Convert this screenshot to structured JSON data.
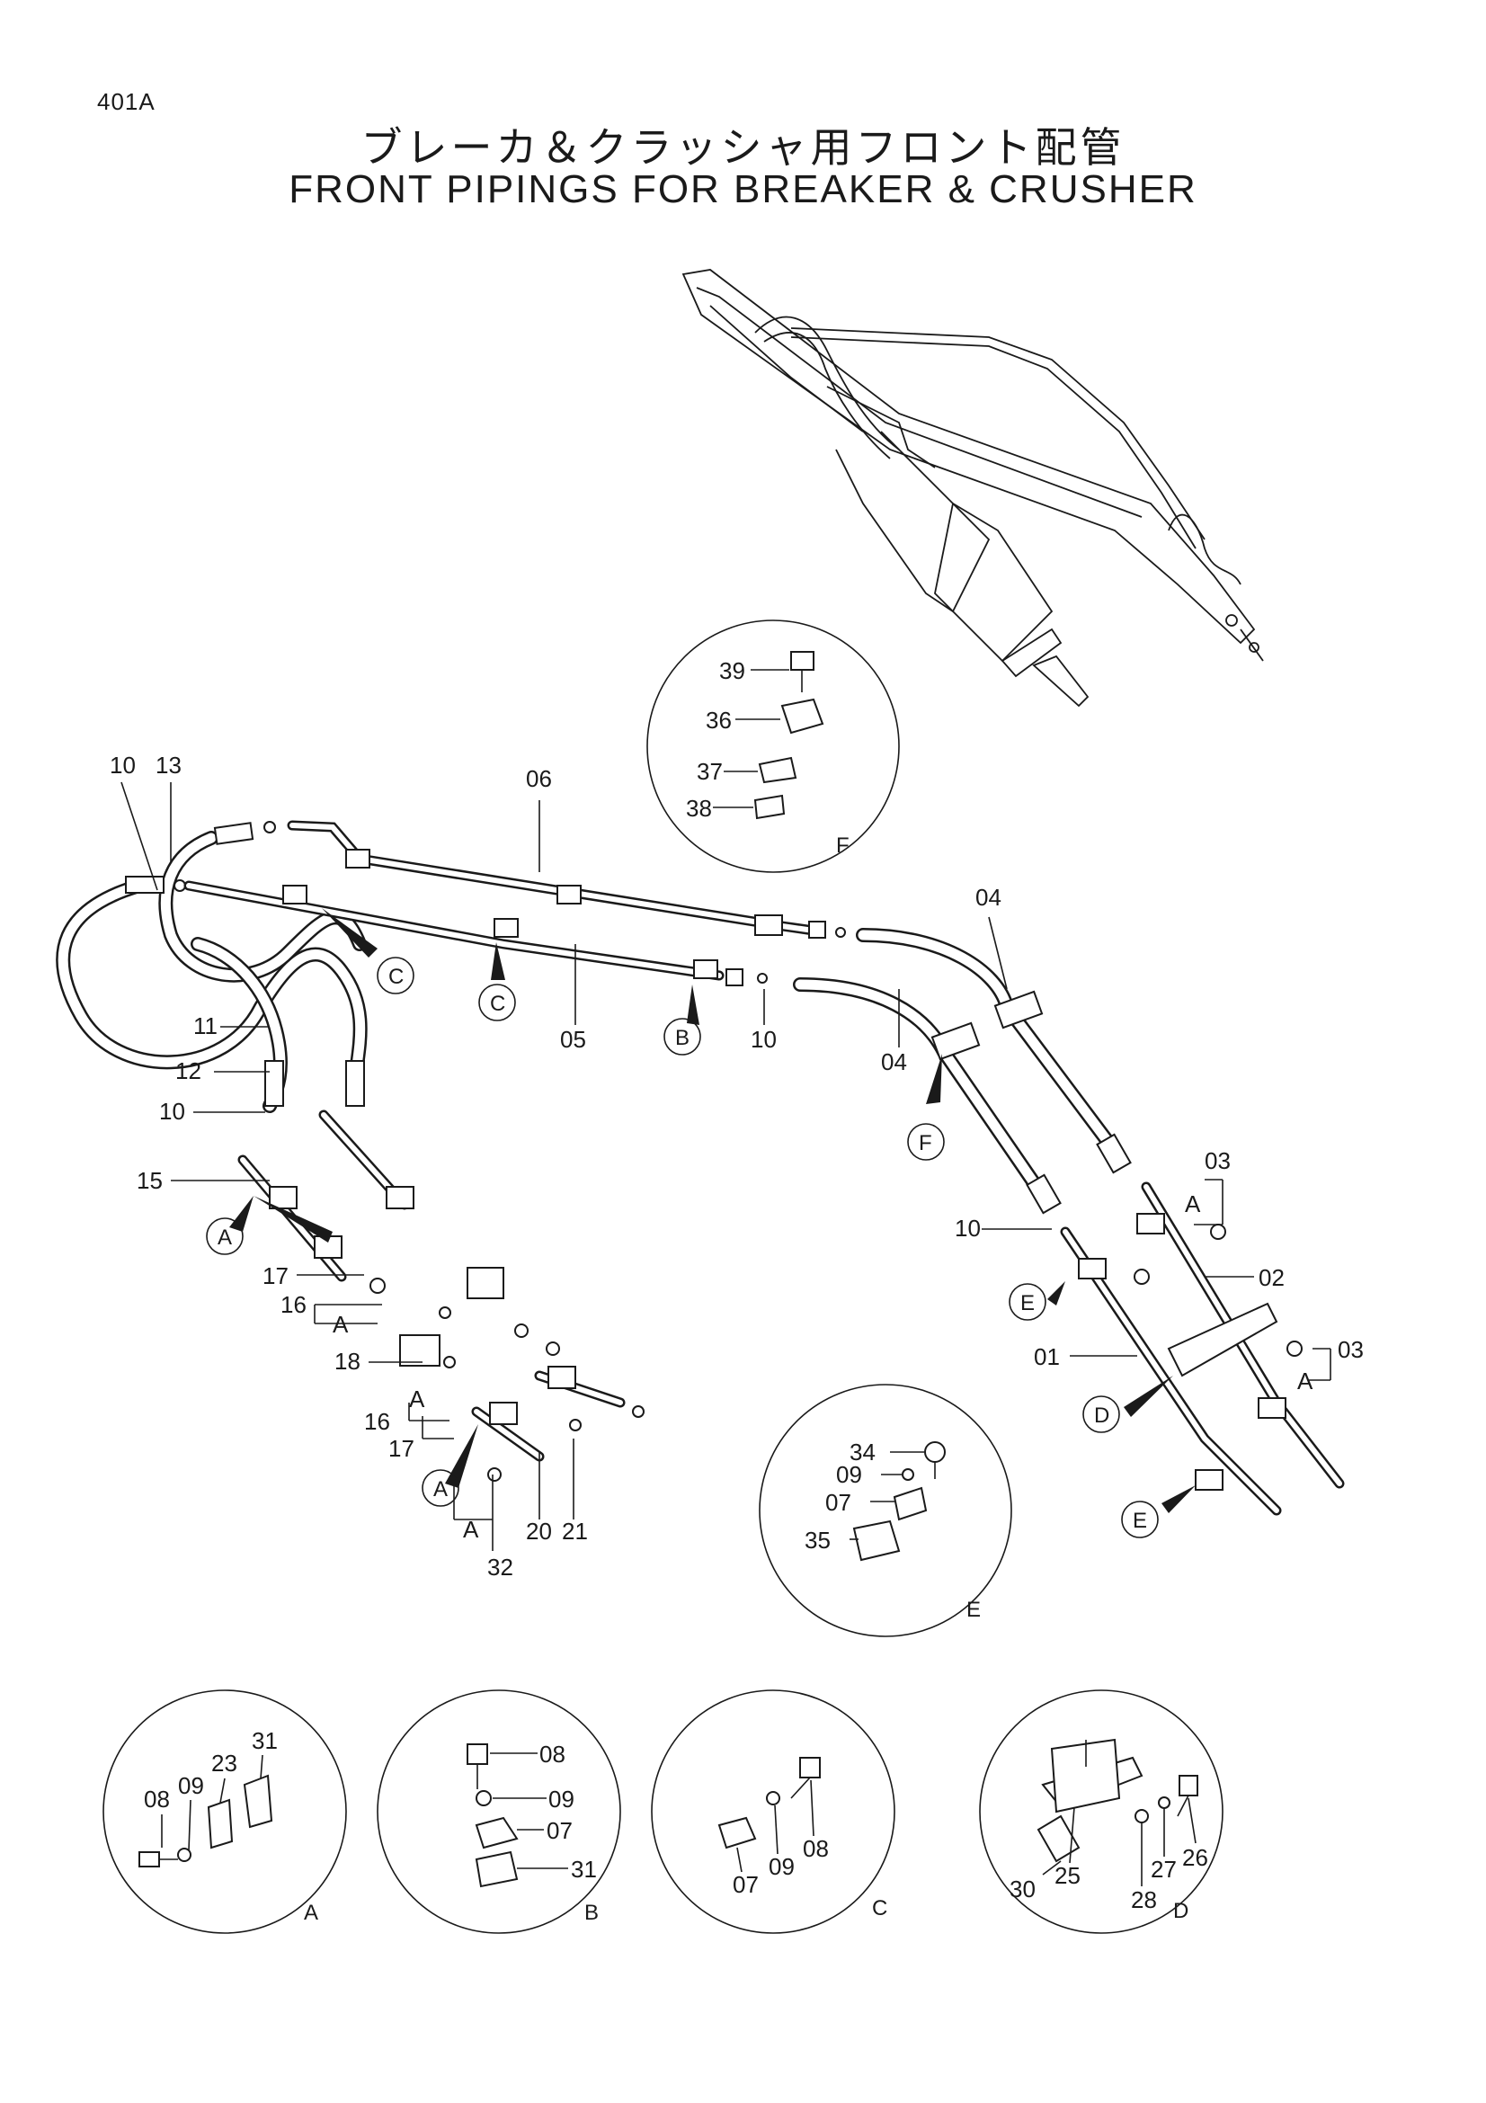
{
  "header": {
    "page_code": "401A",
    "title_jp": "ブレーカ＆クラッシャ用フロント配管",
    "title_en": "FRONT PIPINGS FOR BREAKER & CRUSHER"
  },
  "callouts": {
    "p10a": "10",
    "p13": "13",
    "p06": "06",
    "p04a": "04",
    "p05": "05",
    "p10b": "10",
    "p04b": "04",
    "p11": "11",
    "p12": "12",
    "p10c": "10",
    "p15": "15",
    "p17a": "17",
    "p16a": "16",
    "pAa": "A",
    "p18": "18",
    "p16b": "16",
    "pAb": "A",
    "p17b": "17",
    "pAc": "A",
    "p32": "32",
    "p20": "20",
    "p21": "21",
    "p10d": "10",
    "p03a": "03",
    "pAd": "A",
    "p02": "02",
    "p01": "01",
    "p03b": "03",
    "pAe": "A"
  },
  "circle_refs": {
    "c1": "C",
    "c2": "C",
    "b1": "B",
    "f1": "F",
    "a1": "A",
    "a2": "A",
    "e1": "E",
    "d1": "D",
    "e2": "E"
  },
  "detail_F": {
    "label": "F",
    "parts": [
      "39",
      "36",
      "37",
      "38"
    ]
  },
  "detail_E": {
    "label": "E",
    "parts": [
      "34",
      "09",
      "07",
      "35"
    ]
  },
  "detail_A": {
    "label": "A",
    "parts": [
      "08",
      "09",
      "23",
      "31"
    ]
  },
  "detail_B": {
    "label": "B",
    "parts": [
      "08",
      "09",
      "07",
      "31"
    ]
  },
  "detail_C": {
    "label": "C",
    "parts": [
      "07",
      "09",
      "08"
    ]
  },
  "detail_D": {
    "label": "D",
    "parts": [
      "30",
      "25",
      "28",
      "27",
      "26"
    ]
  }
}
